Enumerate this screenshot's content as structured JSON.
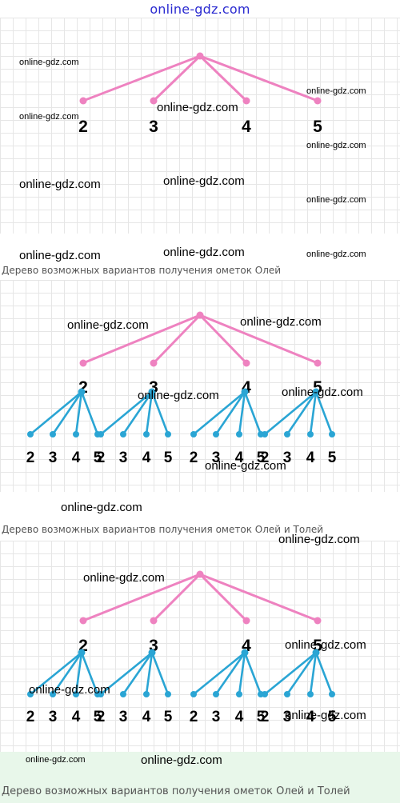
{
  "site_logo": "online-gdz.com",
  "watermark": "online-gdz.com",
  "diagram": {
    "captions": [
      "Дерево возможных вариантов получения ометок Олей",
      "Дерево возможных вариантов получения ометок Олей и Толей",
      "Дерево возможных вариантов получения ометок Олей и Толей"
    ],
    "first_level": [
      "2",
      "3",
      "4",
      "5"
    ],
    "second_level": [
      "2",
      "3",
      "4",
      "5"
    ],
    "colors": {
      "pink": "#ee82c0",
      "blue": "#2aa5d4",
      "grid": "#e6e6e6",
      "band": "#e8f7ea"
    }
  }
}
